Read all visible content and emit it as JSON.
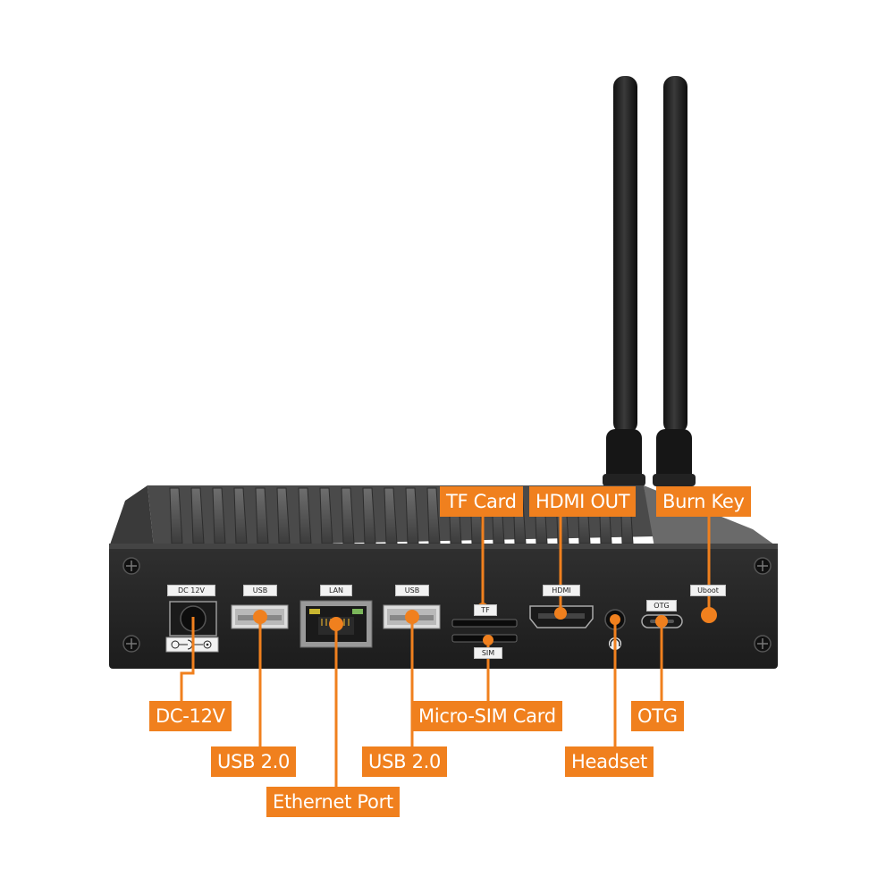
{
  "device": {
    "port_labels": {
      "dc": "DC 12V",
      "usb_left": "USB",
      "lan": "LAN",
      "usb_right": "USB",
      "tf": "TF",
      "sim": "SIM",
      "hdmi": "HDMI",
      "otg": "OTG",
      "uboot": "Uboot"
    }
  },
  "callouts": {
    "tf_card": "TF Card",
    "hdmi_out": "HDMI OUT",
    "burn_key": "Burn Key",
    "dc_12v": "DC-12V",
    "usb_left": "USB 2.0",
    "ethernet": "Ethernet Port",
    "usb_right": "USB 2.0",
    "micro_sim": "Micro-SIM Card",
    "headset": "Headset",
    "otg": "OTG"
  },
  "colors": {
    "accent": "#f0801e",
    "case": "#2a2a2a",
    "fins": "#5a5a5a"
  }
}
